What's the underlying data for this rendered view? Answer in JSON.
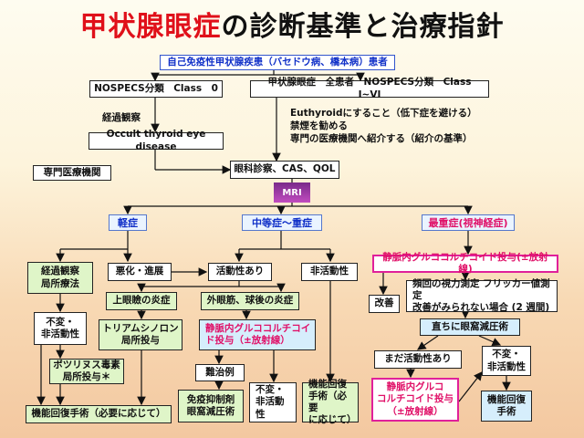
{
  "title": {
    "part1": "甲状腺眼症",
    "part2": "の診断基準と治療指針"
  },
  "top": {
    "disease": "自己免疫性甲状腺疾患（バセドウ病、橋本病）患者",
    "nospecs0": "NOSPECS分類　Class　0",
    "nospecs_all": "甲状腺眼症　全患者　NOSPECS分類　Class　I~VI",
    "observe": "経過観察",
    "occult": "Occult thyroid eye disease",
    "advice": "Euthyroidにすること（低下症を避ける）\n禁煙を勧める\n専門の医療機関へ紹介する（紹介の基準）",
    "specialist": "専門医療機関",
    "exam": "眼科診察、CAS、QOL",
    "mri": "MRI"
  },
  "severity": {
    "mild": "軽症",
    "moderate": "中等症～重症",
    "severe": "最重症(視神経症)"
  },
  "mild": {
    "observe": "経過観察\n局所療法",
    "worse": "悪化・進展",
    "upper_lid": "上眼瞼の炎症",
    "triamcinolone": "トリアムシノロン\n局所投与",
    "stable_inactive": "不変・\n非活動性",
    "botulinum": "ボツリヌス毒素\n局所投与＊",
    "rehab": "機能回復手術（必要に応じて）"
  },
  "moderate": {
    "active": "活動性あり",
    "inactive": "非活動性",
    "muscle": "外眼筋、球後の炎症",
    "iv_steroid": "静脈内グルココルチコイ\nド投与（±放射線）",
    "refractory": "難治例",
    "immuno": "免疫抑制剤\n眼窩減圧術",
    "stable": "不変・\n非活動\n性",
    "rehab": "機能回復\n手術（必要\nに応じて）"
  },
  "severe": {
    "iv_steroid": "静脈内グルココルチコイド投与(±放射線)",
    "improve": "改善",
    "criteria": "頻回の視力測定 フリッカー値測定\n改善がみられない場合 (2 週間)",
    "decompress": "直ちに眼窩減圧術",
    "still_active": "まだ活動性あり",
    "stable": "不変・\n非活動性",
    "iv_steroid2": "静脈内グルコ\nコルチコイド投与\n（±放射線）",
    "rehab": "機能回復\n手術"
  },
  "colors": {
    "title_red": "#e0101a",
    "green_box": "#dff5c8",
    "blue_box": "#d6eefc",
    "pink_text": "#e01068",
    "blue_text": "#1030c8"
  }
}
